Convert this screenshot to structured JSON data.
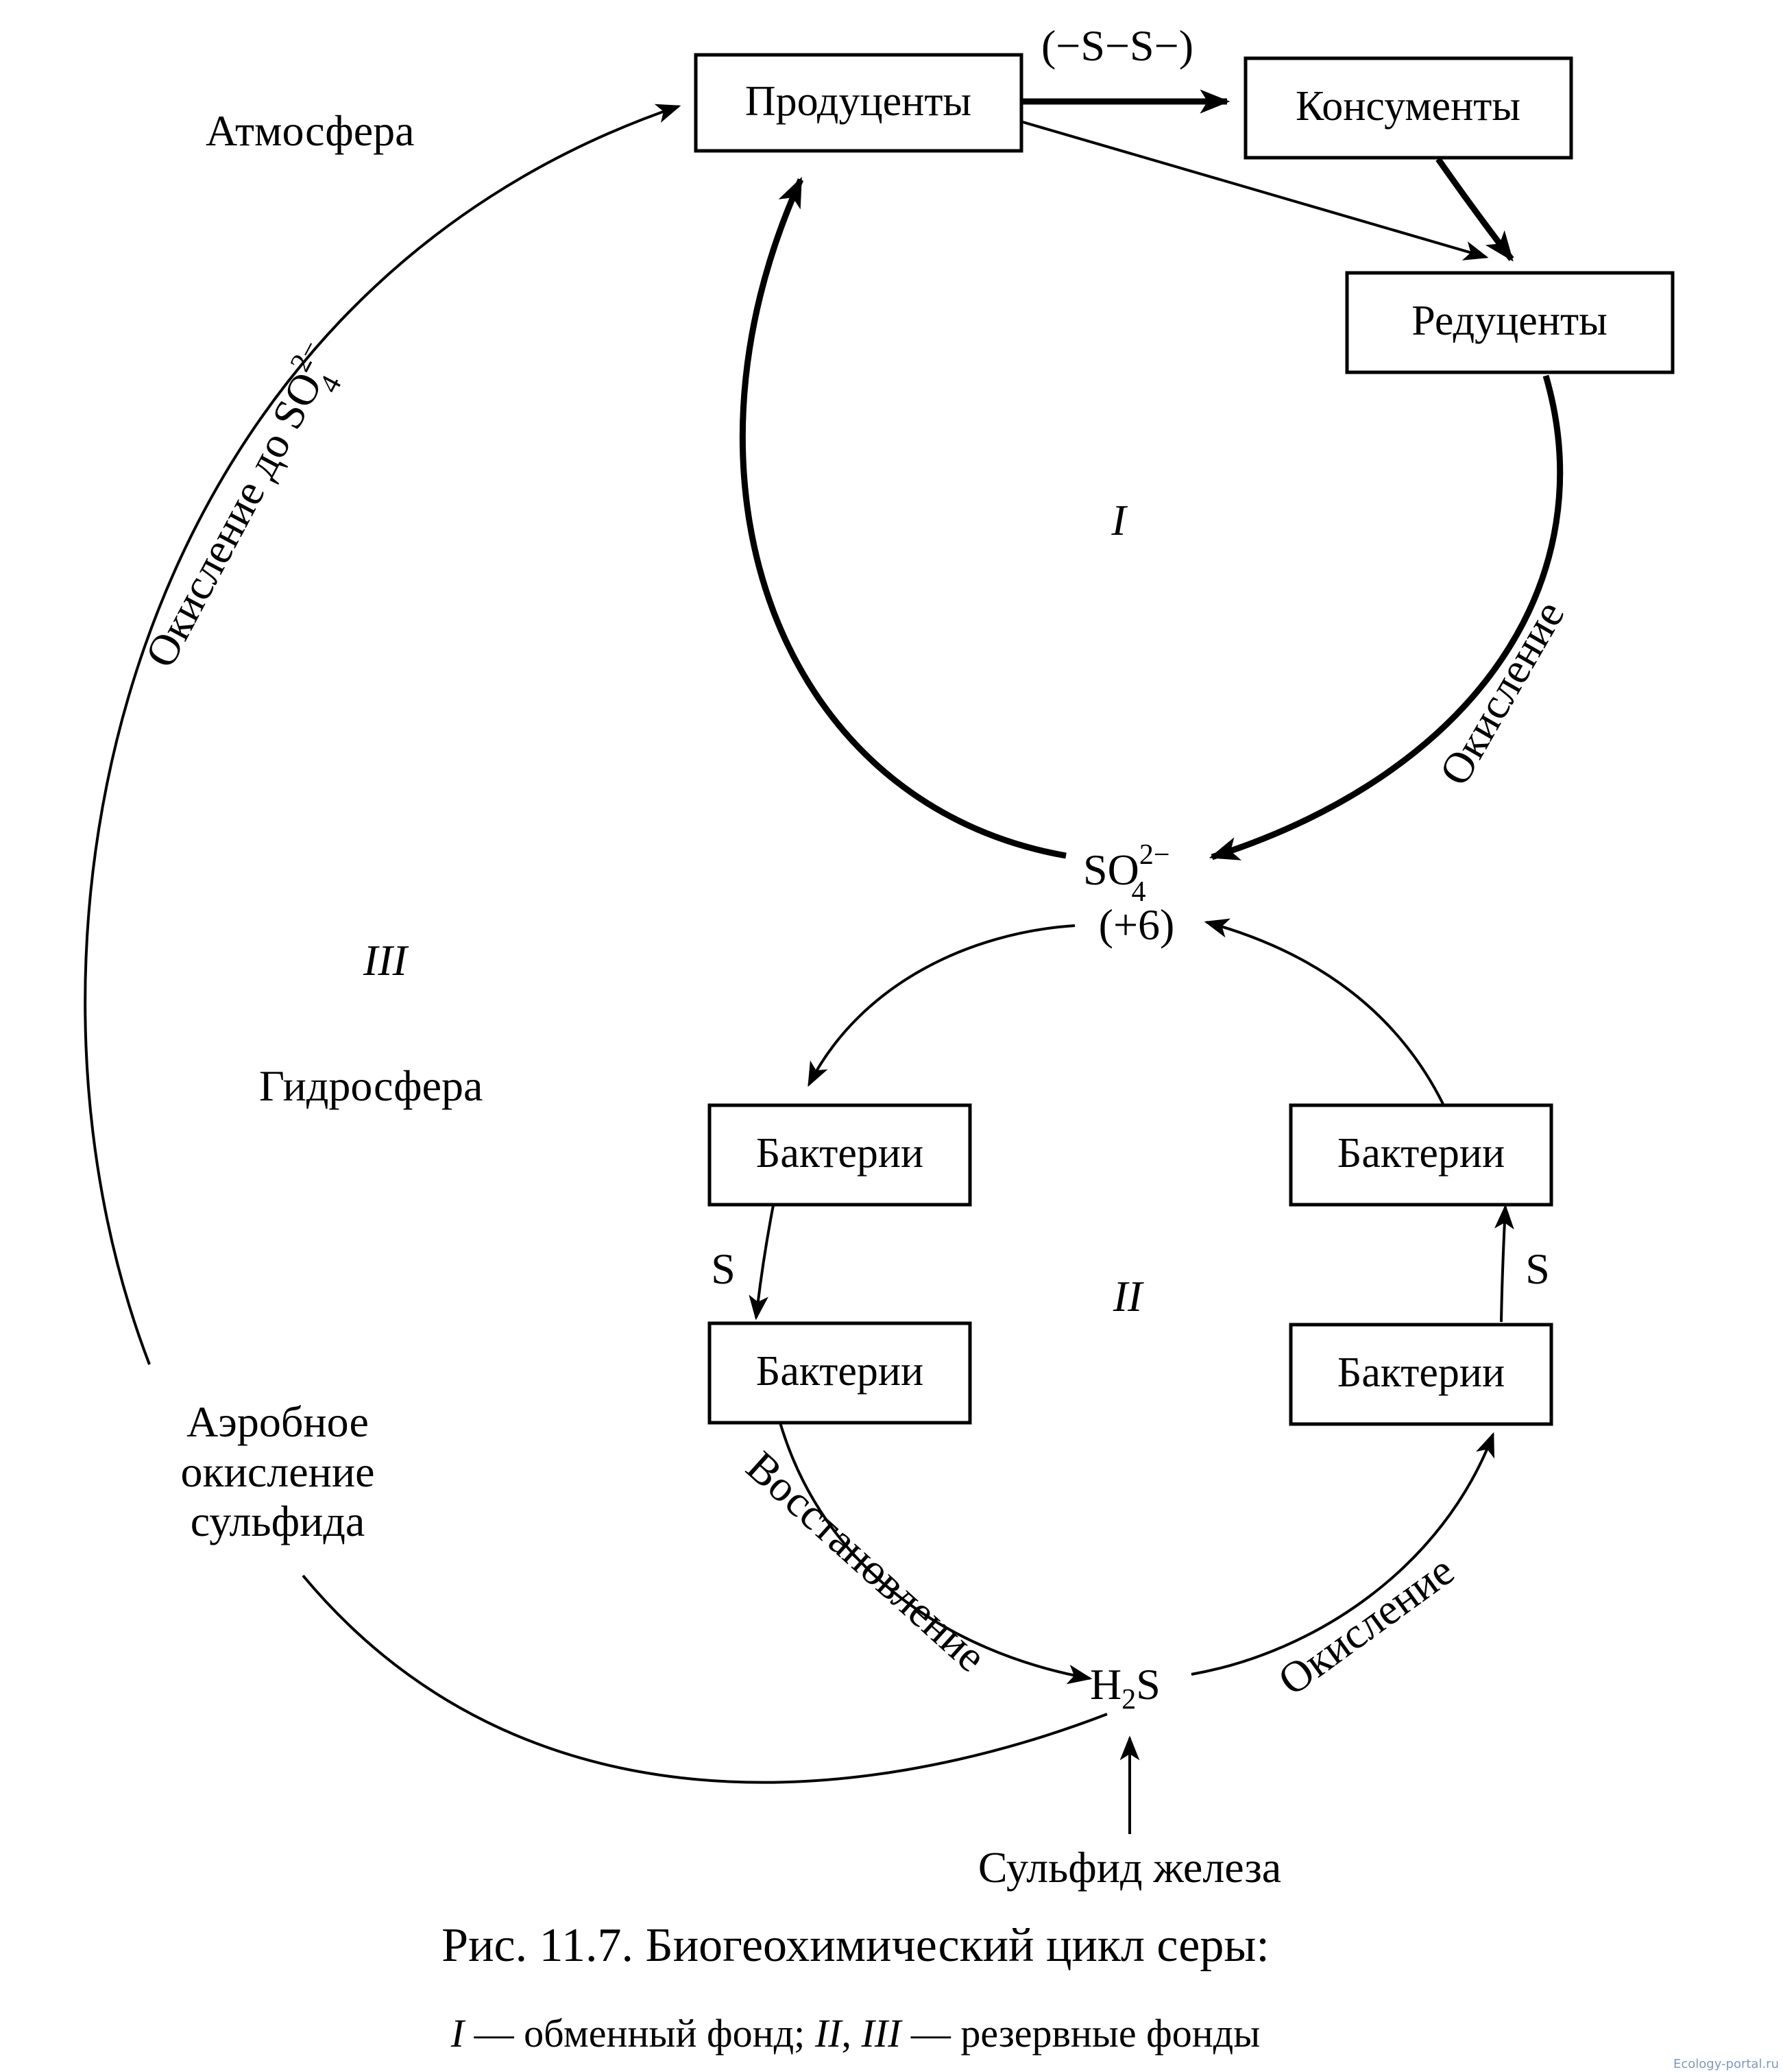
{
  "boxes": {
    "producers": "Продуценты",
    "consumers": "Консументы",
    "decomposers": "Редуценты",
    "bacteria_top_left": "Бактерии",
    "bacteria_bottom_left": "Бактерии",
    "bacteria_top_right": "Бактерии",
    "bacteria_bottom_right": "Бактерии"
  },
  "labels": {
    "atmosphere": "Атмосфера",
    "hydrosphere": "Гидросфера",
    "disulfide": "(−S−S−)",
    "oxidation_to_so4_prefix": "Окисление до SO",
    "oxidation_to_so4_sub": "4",
    "oxidation_to_so4_sup": "2−",
    "oxidation_right_upper": "Окисление",
    "oxidation_right_lower": "Окисление",
    "reduction": "Восстановление",
    "sulfate_base": "SO",
    "sulfate_sub": "4",
    "sulfate_sup": "2−",
    "sulfate_valence": "(+6)",
    "h2s_h": "H",
    "h2s_sub": "2",
    "h2s_s": "S",
    "sulfur_left": "S",
    "sulfur_right": "S",
    "aerobic_line1": "Аэробное",
    "aerobic_line2": "окисление",
    "aerobic_line3": "сульфида",
    "iron_sulfide": "Сульфид железа",
    "fund_I": "I",
    "fund_II": "II",
    "fund_III": "III"
  },
  "caption": {
    "line1": "Рис. 11.7. Биогеохимический цикл серы:",
    "line2_I": "I",
    "line2_a": " — обменный фонд; ",
    "line2_II": "II",
    "line2_sep": ", ",
    "line2_III": "III",
    "line2_b": " — резервные фонды"
  },
  "watermark": "Ecology-portal.ru"
}
